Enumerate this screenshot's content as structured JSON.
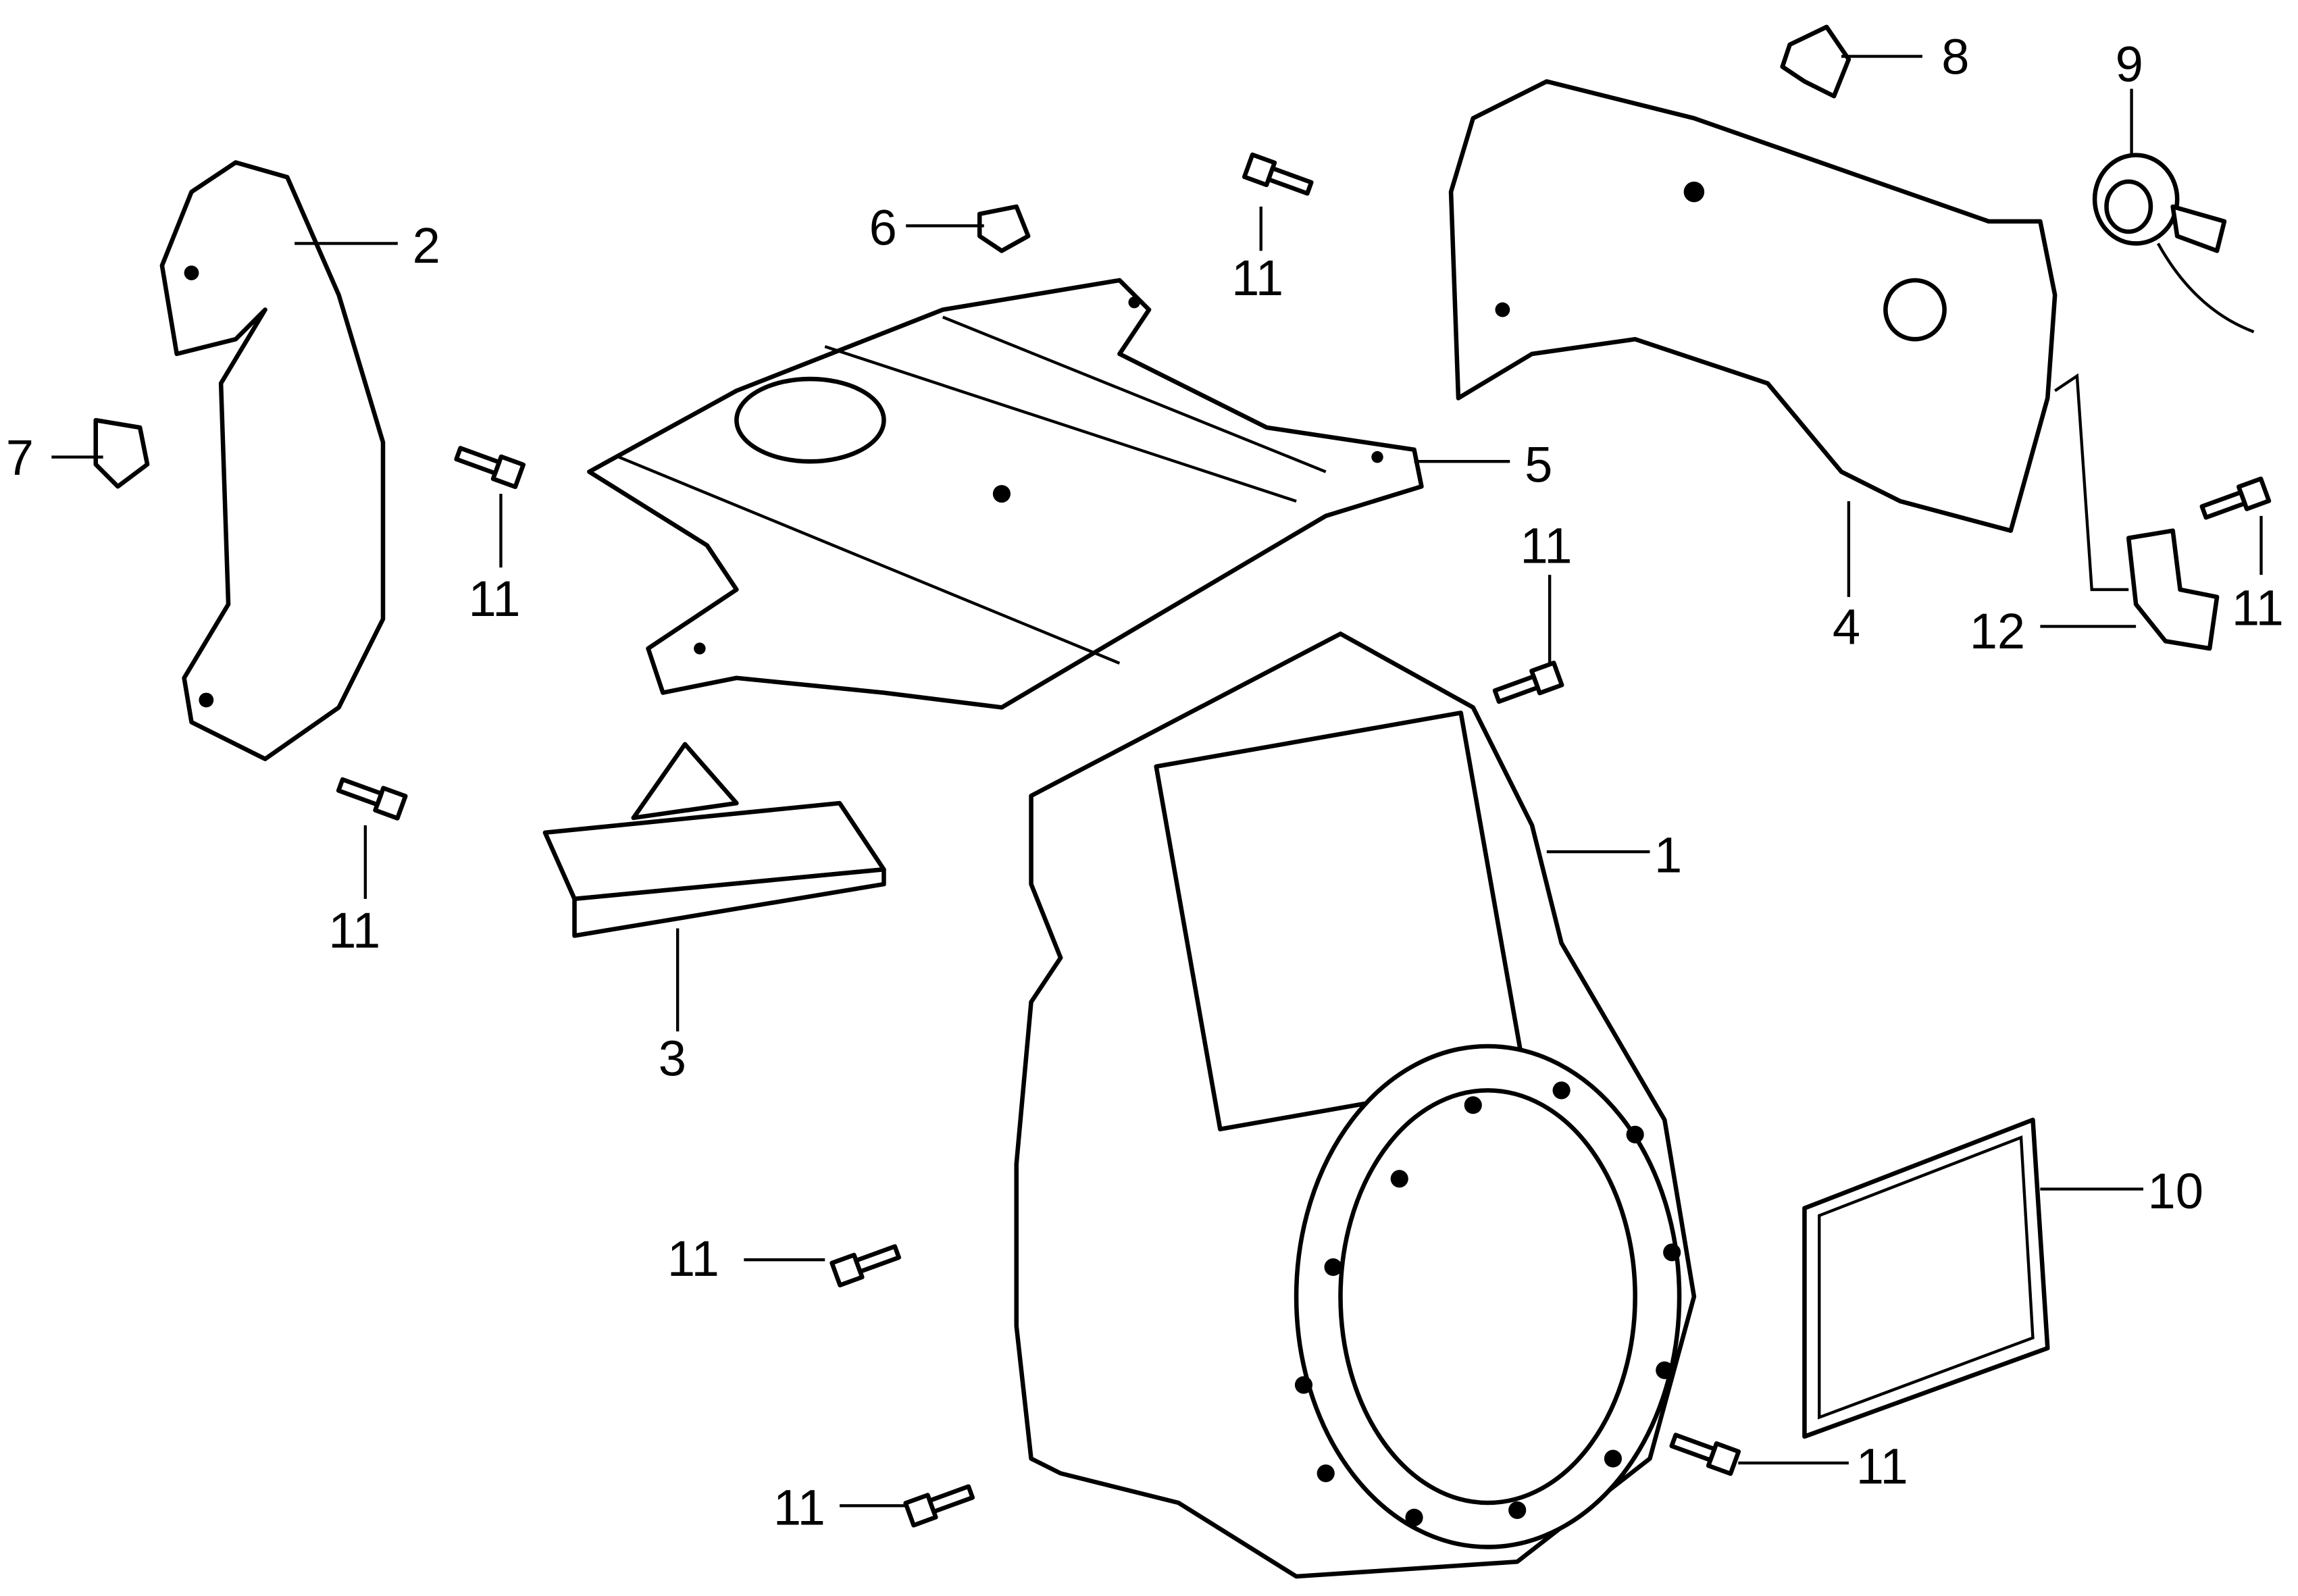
{
  "diagram": {
    "type": "exploded parts diagram",
    "callouts": [
      "8",
      "9",
      "2",
      "6",
      "11",
      "7",
      "11",
      "5",
      "11",
      "4",
      "12",
      "11",
      "11",
      "1",
      "3",
      "10",
      "11",
      "11",
      "11"
    ]
  }
}
